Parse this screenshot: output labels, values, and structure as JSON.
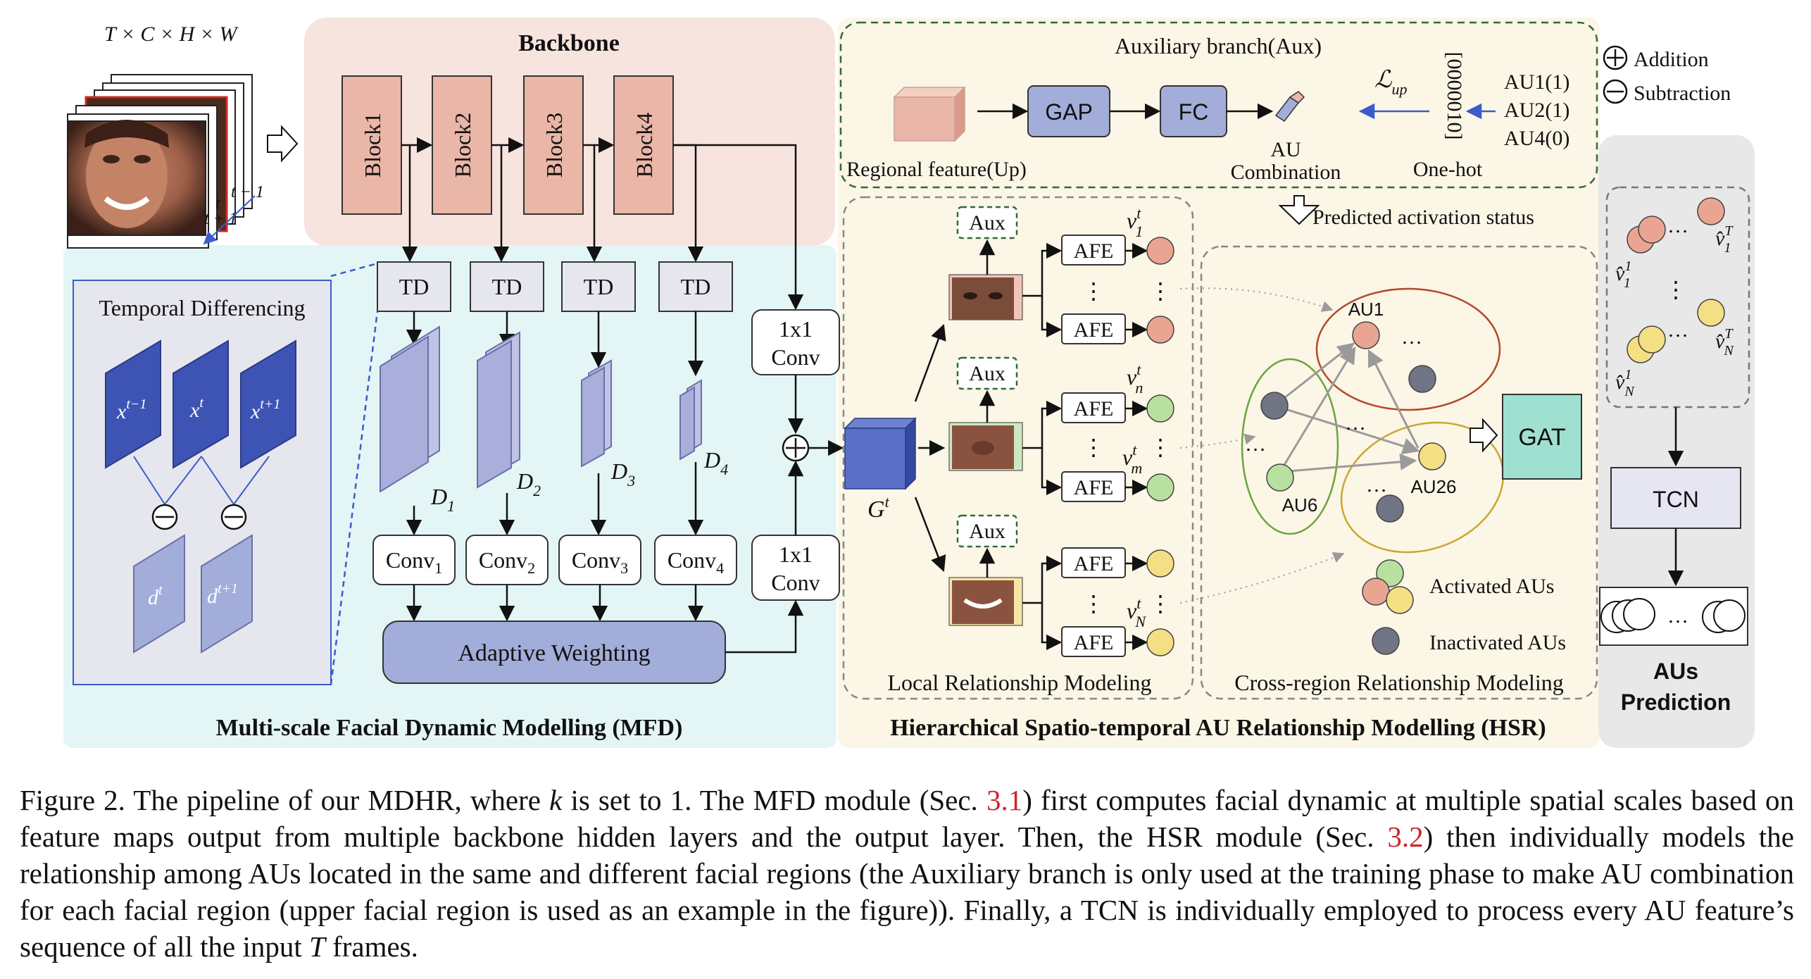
{
  "labels": {
    "input_dims": "T × C × H × W",
    "frame_t_minus": "t − 1",
    "frame_t": "t",
    "frame_t_plus": "t + 1",
    "backbone": "Backbone",
    "blocks": [
      "Block1",
      "Block2",
      "Block3",
      "Block4"
    ],
    "td": "TD",
    "temporal_differencing": "Temporal Differencing",
    "x_prev": "x",
    "x_prev_sup": "t−1",
    "x_cur": "x",
    "x_cur_sup": "t",
    "x_next": "x",
    "x_next_sup": "t+1",
    "d_cur": "d",
    "d_cur_sup": "t",
    "d_next": "d",
    "d_next_sup": "t+1",
    "d_labels": [
      "D",
      "D",
      "D",
      "D"
    ],
    "d_subs": [
      "1",
      "2",
      "3",
      "4"
    ],
    "conv_main": "Conv",
    "conv_subs": [
      "1",
      "2",
      "3",
      "4"
    ],
    "conv1x1_line1": "1x1",
    "conv1x1_line2": "Conv",
    "adaptive_weighting": "Adaptive Weighting",
    "mfd_title": "Multi-scale Facial Dynamic Modelling (MFD)",
    "aux_title": "Auxiliary branch(Aux)",
    "regional_feature": "Regional feature(Up)",
    "gap": "GAP",
    "fc": "FC",
    "au_combination_1": "AU",
    "au_combination_2": "Combination",
    "loss": "ℒ",
    "loss_sub": "up",
    "onehot_vector": "[0000010]",
    "onehot": "One-hot",
    "au_list": [
      "AU1(1)",
      "AU2(1)",
      "AU4(0)"
    ],
    "addition": "Addition",
    "subtraction": "Subtraction",
    "predicted_status": "Predicted activation status",
    "aux": "Aux",
    "afe": "AFE",
    "v_main": "v",
    "v_subs": [
      "1",
      "n",
      "m",
      "N"
    ],
    "v_sup": "t",
    "g_main": "G",
    "g_sup": "t",
    "dots": "⋮",
    "hdots": "…",
    "au1": "AU1",
    "au6": "AU6",
    "au26": "AU26",
    "gat": "GAT",
    "activated_aus": "Activated AUs",
    "inactivated_aus": "Inactivated AUs",
    "local_modeling": "Local Relationship Modeling",
    "cross_modeling": "Cross-region Relationship Modeling",
    "hsr_title": "Hierarchical Spatio-temporal AU Relationship Modelling (HSR)",
    "vhat_main": "v̂",
    "vhat_11_sub": "1",
    "vhat_11_sup": "1",
    "vhat_1T_sub": "1",
    "vhat_1T_sup": "T",
    "vhat_N1_sub": "N",
    "vhat_N1_sup": "1",
    "vhat_NT_sub": "N",
    "vhat_NT_sup": "T",
    "tcn": "TCN",
    "aus_prediction_1": "AUs",
    "aus_prediction_2": "Prediction"
  },
  "caption": {
    "p1": "Figure 2.  The pipeline of our MDHR, where ",
    "k": "k",
    "p2": " is set to 1.  The MFD module (Sec. ",
    "ref1": "3.1",
    "p3": ") first computes facial dynamic at multiple spatial scales based on feature maps output from multiple backbone hidden layers and the output layer.  Then, the HSR module (Sec. ",
    "ref2": "3.2",
    "p4": ") then individually models the relationship among AUs located in the same and different facial regions (the Auxiliary branch is only used at the training phase to make AU combination for each facial region (upper facial region is used as an example in the figure)).  Finally, a TCN is individually employed to process every AU feature’s sequence of all the input ",
    "T": "T",
    "p5": " frames."
  },
  "colors": {
    "backbone_bg": "#f7e4df",
    "mfd_bg": "#e4f5f5",
    "hsr_bg": "#fbf6e6",
    "pred_bg": "#e8e8e8",
    "block": "#eab6a7",
    "td_box": "#e6e6ee",
    "feature_map": "#a9aedb",
    "dark_blue": "#3d54b5",
    "light_blue": "#a3add9",
    "gat": "#9fe0d0",
    "node_pink": "#eaa592",
    "node_green": "#b8e0a0",
    "node_yellow": "#f5df85",
    "node_gray": "#707585"
  }
}
